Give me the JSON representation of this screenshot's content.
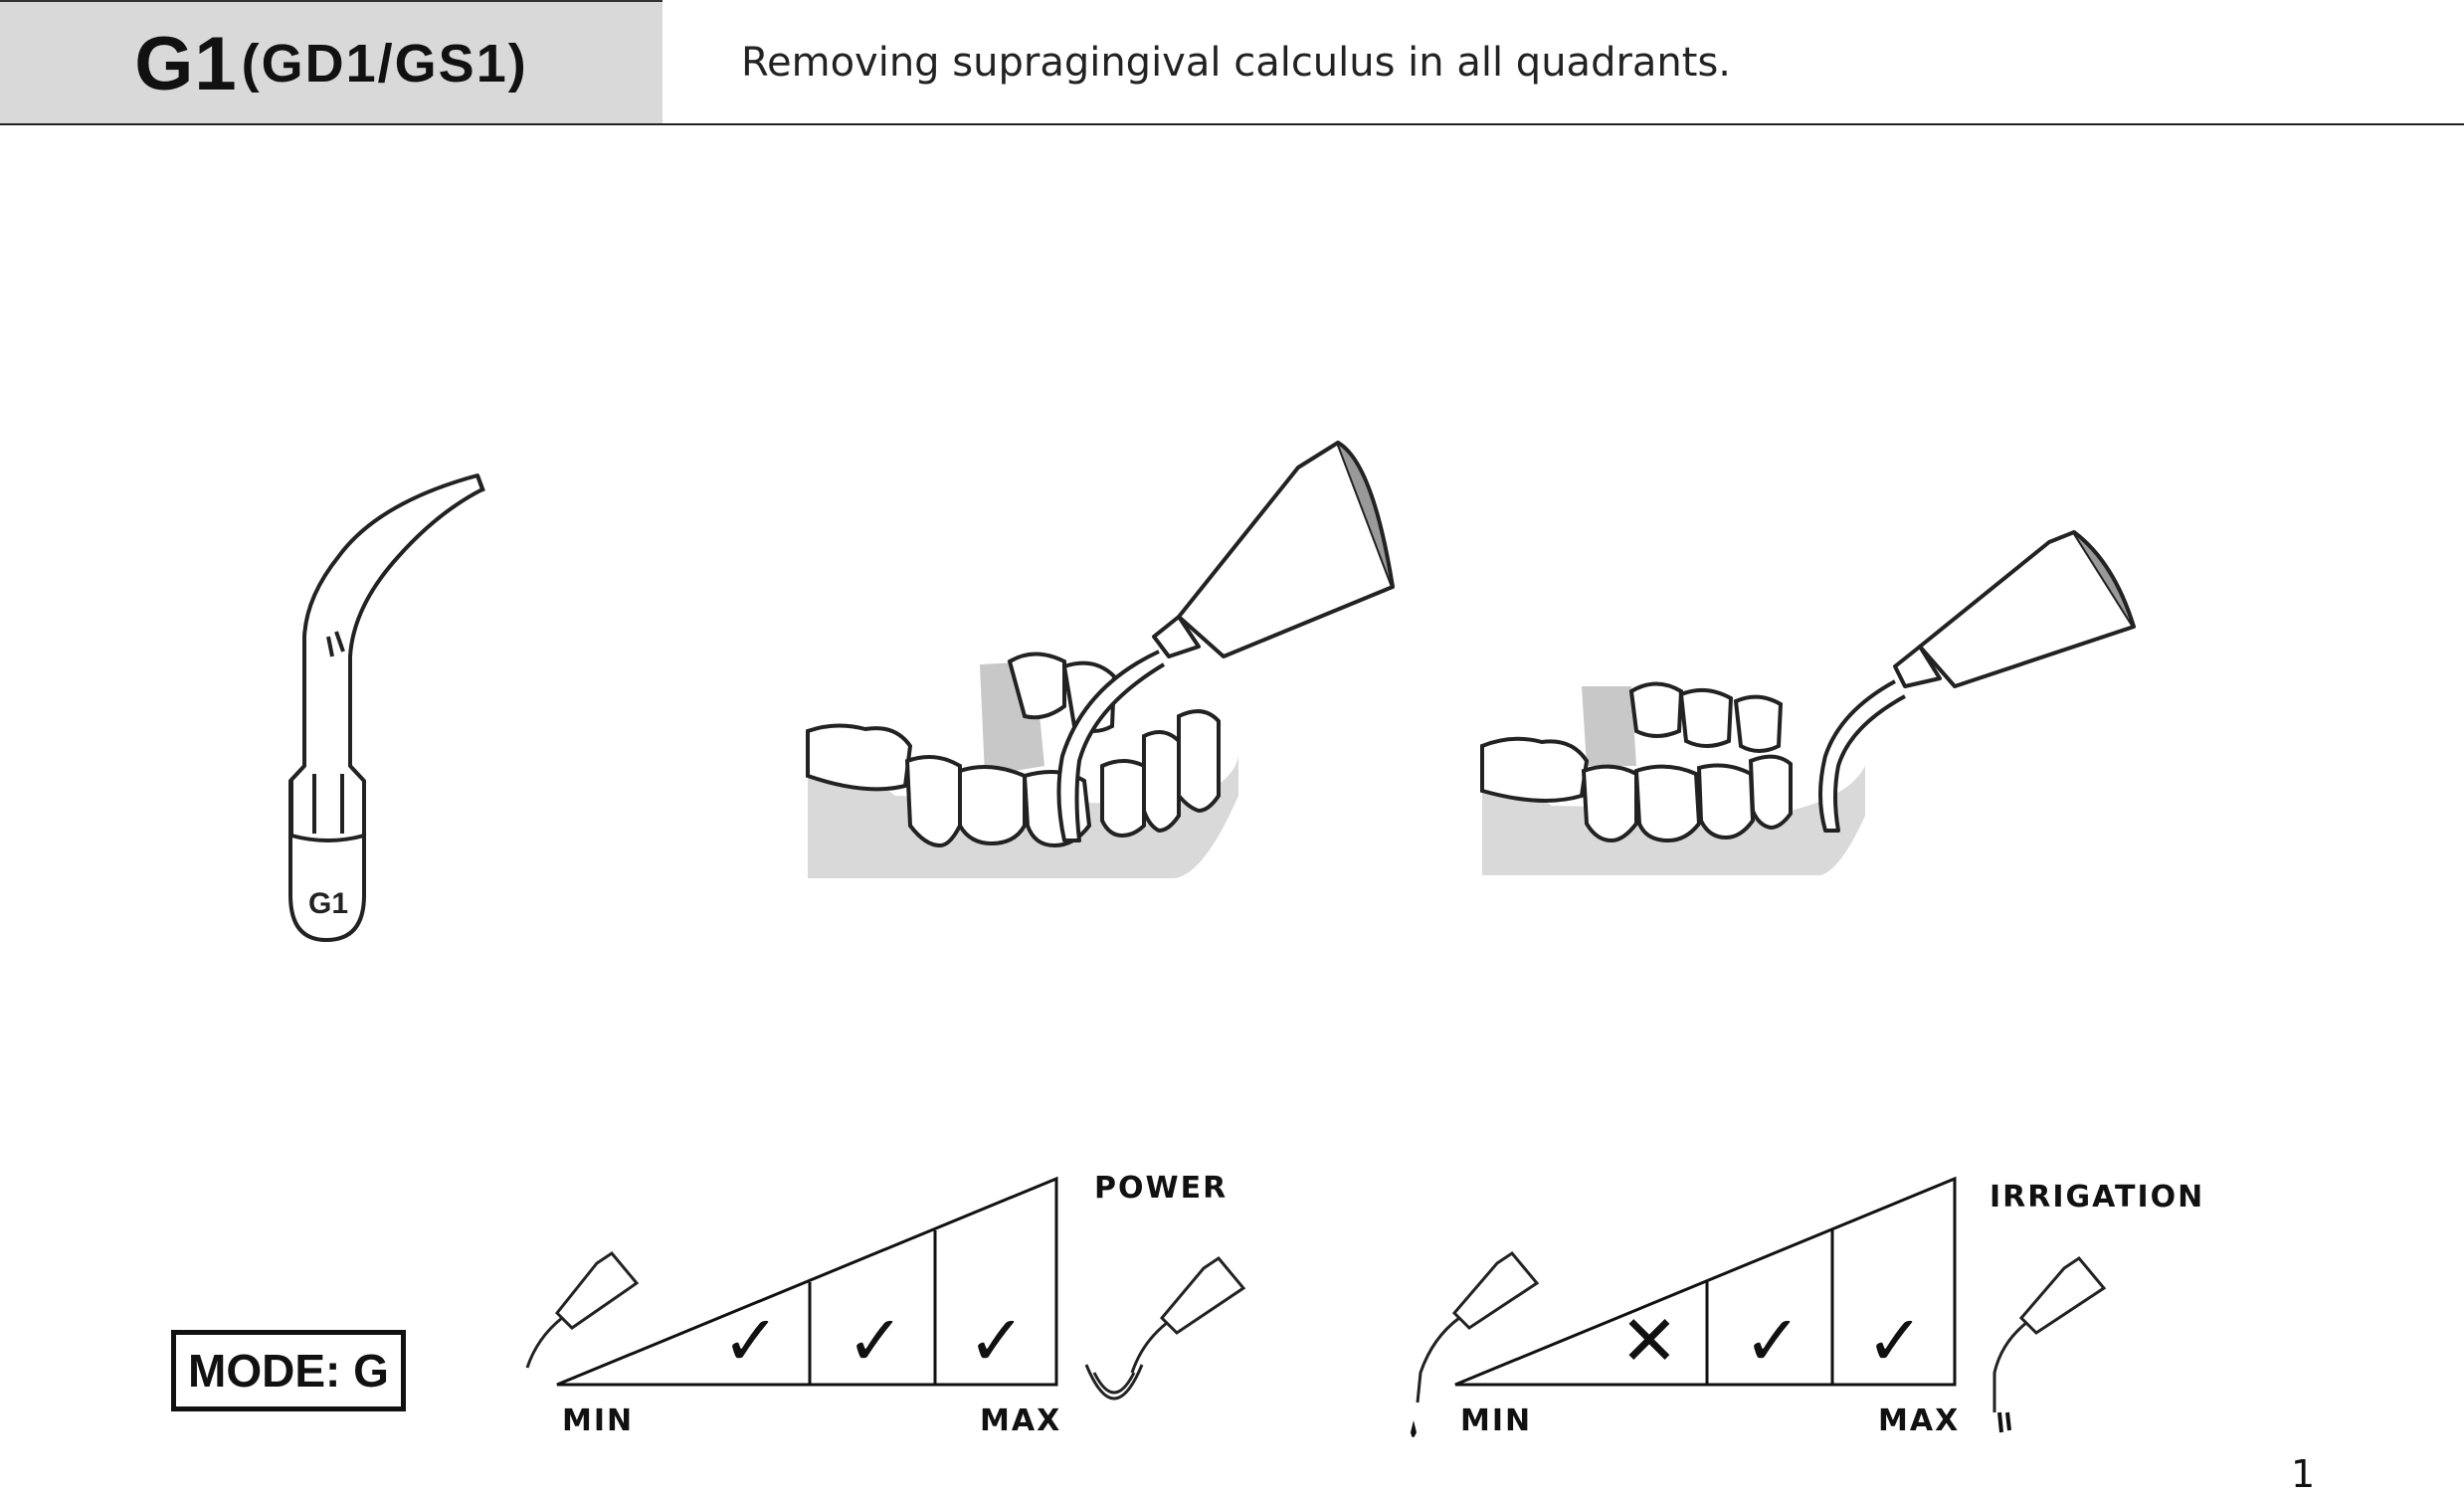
{
  "header": {
    "model_code": "G1",
    "model_variants": "(GD1/GS1)",
    "description": "Removing supragingival calculus in all quadrants."
  },
  "tip": {
    "label": "G1"
  },
  "mode": {
    "label": "MODE: G"
  },
  "power_scale": {
    "title": "POWER",
    "min_label": "MIN",
    "max_label": "MAX",
    "cells": [
      {
        "mark": "✓"
      },
      {
        "mark": "✓"
      },
      {
        "mark": "✓"
      }
    ]
  },
  "irrigation_scale": {
    "title": "IRRIGATION",
    "min_label": "MIN",
    "max_label": "MAX",
    "cells": [
      {
        "mark": "✕"
      },
      {
        "mark": "✓"
      },
      {
        "mark": "✓"
      }
    ]
  },
  "page_number": "1"
}
